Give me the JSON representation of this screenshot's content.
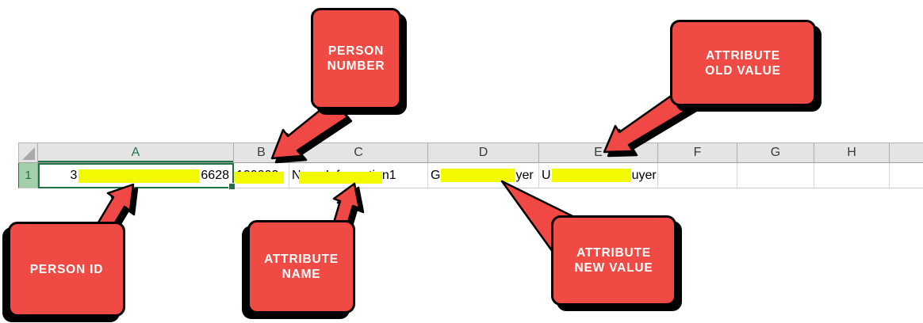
{
  "sheet": {
    "columns": [
      "A",
      "B",
      "C",
      "D",
      "E",
      "F",
      "G",
      "H"
    ],
    "row_label": "1",
    "cells": {
      "a1": {
        "visible_start": "3",
        "visible_end": "6628"
      },
      "b1": {
        "text": "100003"
      },
      "c1": {
        "text": "NameInformation1"
      },
      "d1": {
        "visible_start": "G",
        "visible_end": "yer"
      },
      "e1": {
        "visible_start": "U",
        "visible_end": "uyer"
      }
    }
  },
  "callouts": {
    "person_number": {
      "lines": [
        "PERSON",
        "NUMBER"
      ]
    },
    "attribute_old_value": {
      "lines": [
        "ATTRIBUTE",
        "OLD VALUE"
      ]
    },
    "person_id": {
      "lines": [
        "PERSON ID"
      ]
    },
    "attribute_name": {
      "lines": [
        "ATTRIBUTE",
        "NAME"
      ]
    },
    "attribute_new_value": {
      "lines": [
        "ATTRIBUTE",
        "NEW VALUE"
      ]
    }
  },
  "colors": {
    "callout_red": "#f04a44",
    "highlight_yellow": "#f2f900",
    "excel_selection_green": "#217346",
    "row_header_green": "#a3d0ab"
  }
}
